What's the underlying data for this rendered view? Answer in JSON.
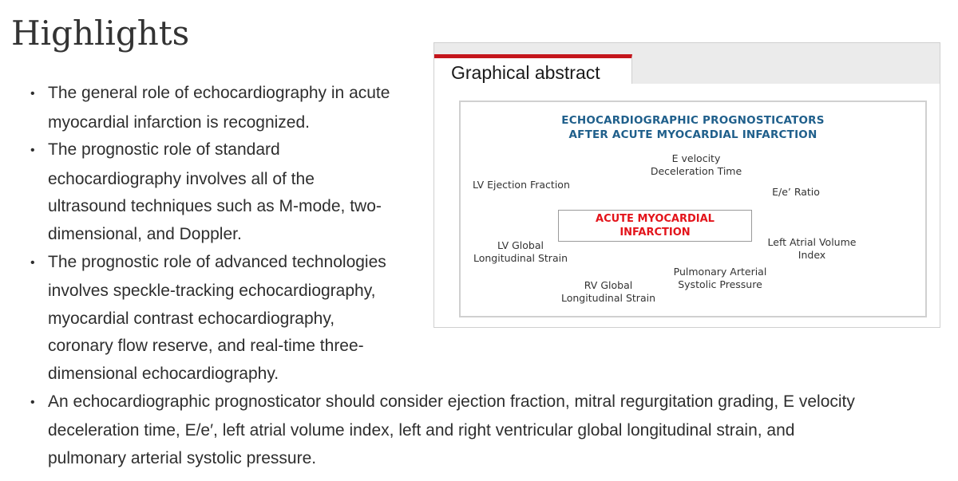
{
  "heading": "Highlights",
  "bullets": [
    {
      "lines": [
        "The general role of echocardiography in acute",
        "myocardial infarction is recognized."
      ]
    },
    {
      "lines": [
        "The prognostic role of standard",
        "echocardiography involves all of the",
        "ultrasound techniques such as M-mode, two-",
        "dimensional, and Doppler."
      ]
    },
    {
      "lines": [
        "The prognostic role of advanced technologies",
        "involves speckle-tracking echocardiography,",
        "myocardial contrast echocardiography,",
        "coronary flow reserve, and real-time three-",
        "dimensional echocardiography."
      ]
    },
    {
      "lines": [
        "An echocardiographic prognosticator should consider ejection fraction, mitral regurgitation grading, E velocity",
        "deceleration time, E/e′, left atrial volume index, left and right ventricular global longitudinal strain, and",
        "pulmonary arterial systolic pressure."
      ]
    }
  ],
  "bullet_symbol": "•",
  "graphical_abstract": {
    "tab_label": "Graphical abstract",
    "accent_color": "#c4161c",
    "figure": {
      "title_line1": "ECHOCARDIOGRAPHIC PROGNOSTICATORS",
      "title_line2": "AFTER ACUTE MYOCARDIAL INFARCTION",
      "center_line1": "ACUTE MYOCARDIAL",
      "center_line2": "INFARCTION",
      "labels": {
        "e_velocity_1": "E velocity",
        "e_velocity_2": "Deceleration Time",
        "lv_ef": "LV Ejection Fraction",
        "ee_ratio": "E/e’ Ratio",
        "lv_gls_1": "LV Global",
        "lv_gls_2": "Longitudinal Strain",
        "lavi_1": "Left Atrial Volume",
        "lavi_2": "Index",
        "pasp_1": "Pulmonary Arterial",
        "pasp_2": "Systolic Pressure",
        "rv_gls_1": "RV Global",
        "rv_gls_2": "Longitudinal Strain"
      },
      "title_color": "#1f5f8b",
      "center_color": "#e3141b"
    }
  }
}
